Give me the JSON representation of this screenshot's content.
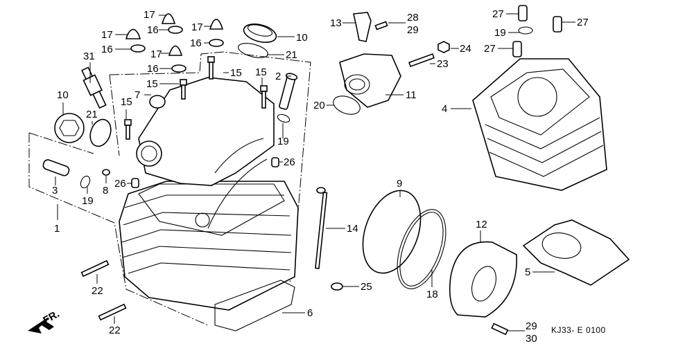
{
  "diagram": {
    "title_code": "KJ33- E 0100",
    "direction_marker": "FR.",
    "callouts": [
      {
        "id": "c1",
        "text": "1"
      },
      {
        "id": "c2",
        "text": "2"
      },
      {
        "id": "c3",
        "text": "3"
      },
      {
        "id": "c4",
        "text": "4"
      },
      {
        "id": "c5",
        "text": "5"
      },
      {
        "id": "c6",
        "text": "6"
      },
      {
        "id": "c7",
        "text": "7"
      },
      {
        "id": "c8",
        "text": "8"
      },
      {
        "id": "c9",
        "text": "9"
      },
      {
        "id": "c10a",
        "text": "10"
      },
      {
        "id": "c10b",
        "text": "10"
      },
      {
        "id": "c11",
        "text": "11"
      },
      {
        "id": "c12",
        "text": "12"
      },
      {
        "id": "c13",
        "text": "13"
      },
      {
        "id": "c14",
        "text": "14"
      },
      {
        "id": "c15a",
        "text": "15"
      },
      {
        "id": "c15b",
        "text": "15"
      },
      {
        "id": "c15c",
        "text": "15"
      },
      {
        "id": "c15d",
        "text": "15"
      },
      {
        "id": "c16a",
        "text": "16"
      },
      {
        "id": "c16b",
        "text": "16"
      },
      {
        "id": "c16c",
        "text": "16"
      },
      {
        "id": "c16d",
        "text": "16"
      },
      {
        "id": "c17a",
        "text": "17"
      },
      {
        "id": "c17b",
        "text": "17"
      },
      {
        "id": "c17c",
        "text": "17"
      },
      {
        "id": "c17d",
        "text": "17"
      },
      {
        "id": "c18",
        "text": "18"
      },
      {
        "id": "c19a",
        "text": "19"
      },
      {
        "id": "c19b",
        "text": "19"
      },
      {
        "id": "c19c",
        "text": "19"
      },
      {
        "id": "c20",
        "text": "20"
      },
      {
        "id": "c21a",
        "text": "21"
      },
      {
        "id": "c21b",
        "text": "21"
      },
      {
        "id": "c22a",
        "text": "22"
      },
      {
        "id": "c22b",
        "text": "22"
      },
      {
        "id": "c23",
        "text": "23"
      },
      {
        "id": "c24",
        "text": "24"
      },
      {
        "id": "c25",
        "text": "25"
      },
      {
        "id": "c26a",
        "text": "26"
      },
      {
        "id": "c26b",
        "text": "26"
      },
      {
        "id": "c27a",
        "text": "27"
      },
      {
        "id": "c27b",
        "text": "27"
      },
      {
        "id": "c27c",
        "text": "27"
      },
      {
        "id": "c28",
        "text": "28"
      },
      {
        "id": "c29a",
        "text": "29"
      },
      {
        "id": "c29b",
        "text": "29"
      },
      {
        "id": "c30",
        "text": "30"
      },
      {
        "id": "c31",
        "text": "31"
      }
    ]
  }
}
